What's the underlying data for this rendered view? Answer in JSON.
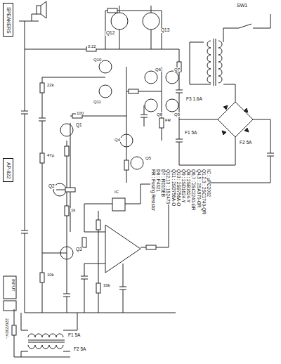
{
  "diagram": {
    "nodes": [
      {
        "text": [
          "SPEAKERS"
        ]
      },
      {
        "text": [
          "AP-822"
        ]
      }
    ],
    "labels": [
      "SW1",
      "F3 1.6A",
      "F1 5A",
      "F2 5A",
      "Q12",
      "Q13",
      "Q6",
      "Q7",
      "Q8",
      "Q9",
      "Q1",
      "Q2",
      "Q3",
      "Q4",
      "Q5",
      "Q10",
      "Q11",
      "IC",
      "22k",
      "1k",
      "100",
      "47μ",
      "0.22",
      "10k",
      "33k",
      "FR",
      "IC : μPC2002",
      "Q1,2,3 : 2SC1740-QR",
      "Q4,5 : 2SA970-GR",
      "Q6,7 : 2SC2240-GR",
      "Q8 : 2SB1624-Y",
      "Q9 : 2SD1624-Y",
      "Q10 : 2SB756A-O",
      "Q11 : 2SD756A-O",
      "Q12,13 : 1S2473",
      "D7 : RD15EB",
      "D8 : F4321",
      "FR : Fusing Resistor",
      "INPUT",
      "F1 5A",
      "F2 5A",
      "220/230V~"
    ]
  }
}
